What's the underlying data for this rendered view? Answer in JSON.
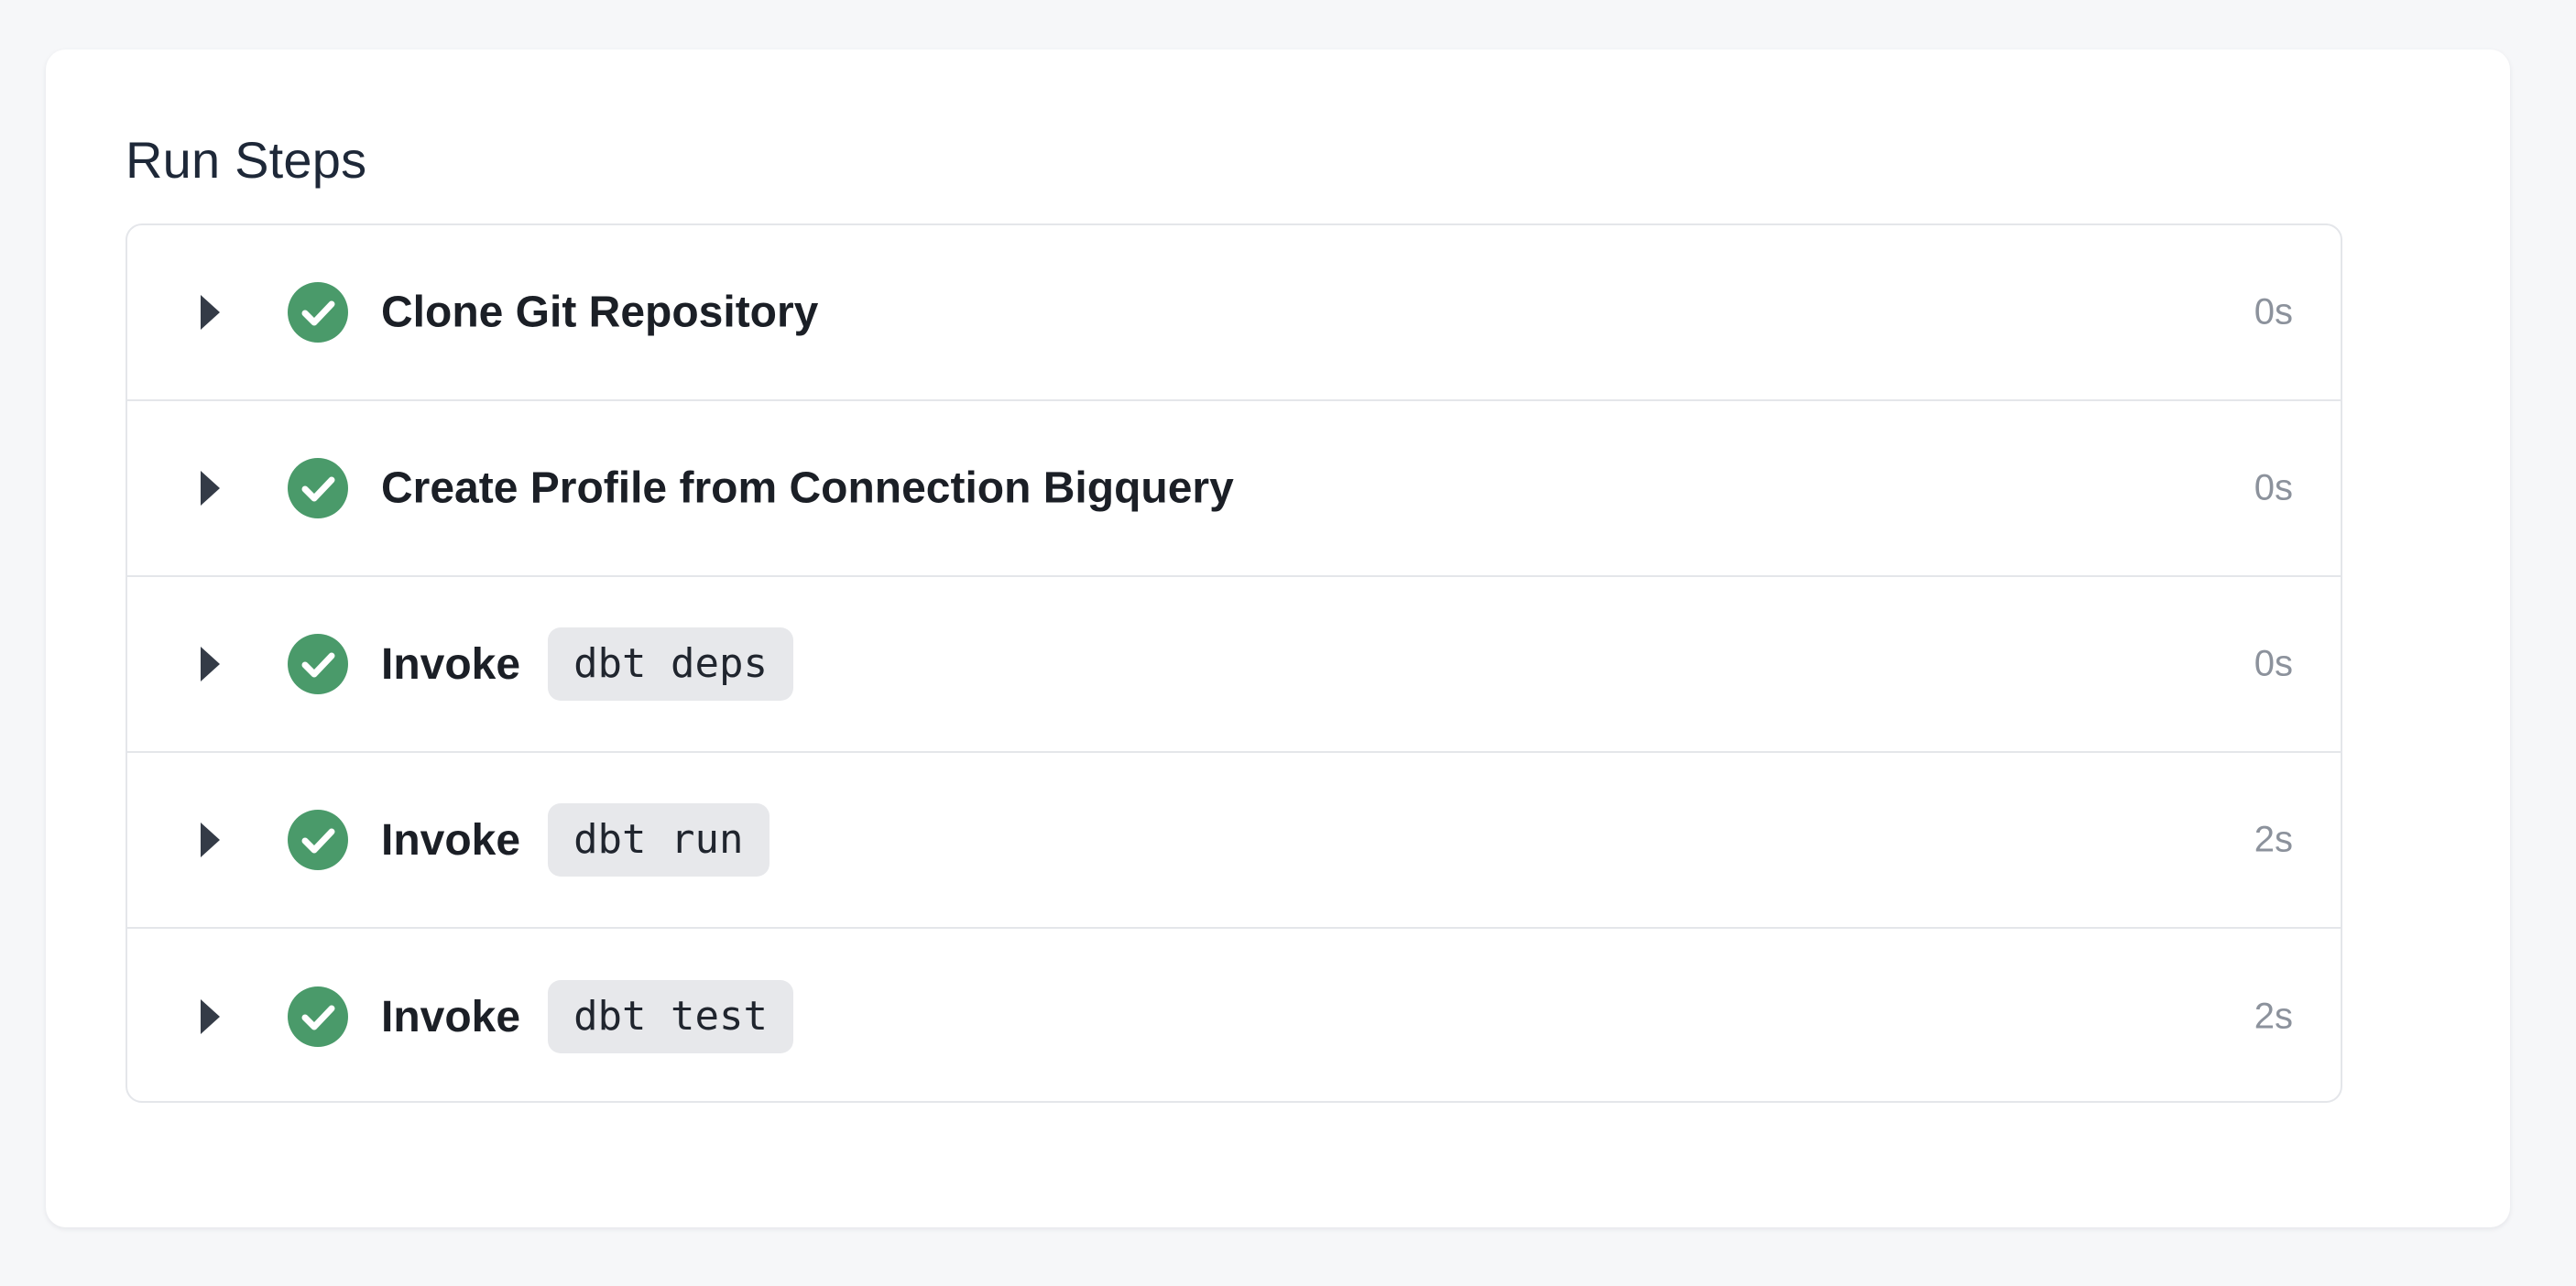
{
  "panel": {
    "title": "Run Steps"
  },
  "steps": [
    {
      "label": "Clone Git Repository",
      "command": "",
      "duration": "0s",
      "status": "success"
    },
    {
      "label": "Create Profile from Connection Bigquery",
      "command": "",
      "duration": "0s",
      "status": "success"
    },
    {
      "label": "Invoke",
      "command": "dbt deps",
      "duration": "0s",
      "status": "success"
    },
    {
      "label": "Invoke",
      "command": "dbt run",
      "duration": "2s",
      "status": "success"
    },
    {
      "label": "Invoke",
      "command": "dbt test",
      "duration": "2s",
      "status": "success"
    }
  ],
  "colors": {
    "success": "#4a9a6a",
    "code_bg": "#e7e8eb",
    "border": "#e4e6ea"
  },
  "icons": {
    "expand": "chevron-right-icon",
    "status": "check-circle-icon"
  }
}
